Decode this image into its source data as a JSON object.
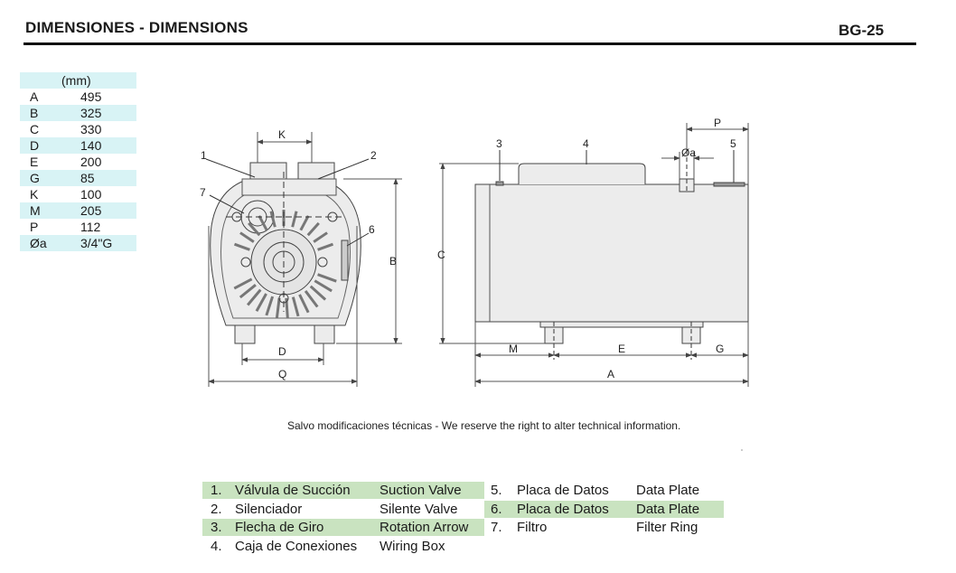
{
  "header": {
    "title": "DIMENSIONES - DIMENSIONS",
    "model": "BG-25"
  },
  "dimensions_table": {
    "unit_header": "(mm)",
    "rows": [
      {
        "key": "A",
        "value": "495"
      },
      {
        "key": "B",
        "value": "325"
      },
      {
        "key": "C",
        "value": "330"
      },
      {
        "key": "D",
        "value": "140"
      },
      {
        "key": "E",
        "value": "200"
      },
      {
        "key": "G",
        "value": "85"
      },
      {
        "key": "K",
        "value": "100"
      },
      {
        "key": "M",
        "value": "205"
      },
      {
        "key": "P",
        "value": "112"
      },
      {
        "key": "Øa",
        "value": "3/4\"G"
      }
    ]
  },
  "drawing": {
    "front_labels": [
      "K",
      "1",
      "2",
      "7",
      "6",
      "B",
      "D",
      "Q"
    ],
    "side_labels": [
      "3",
      "4",
      "P",
      "Øa",
      "5",
      "C",
      "M",
      "E",
      "G",
      "A"
    ]
  },
  "note": "Salvo modificaciones técnicas - We reserve the right to alter technical information.",
  "legend": {
    "left": [
      {
        "num": "1.",
        "es": "Válvula de Succión",
        "en": "Suction Valve",
        "highlight": true
      },
      {
        "num": "2.",
        "es": "Silenciador",
        "en": "Silente Valve",
        "highlight": false
      },
      {
        "num": "3.",
        "es": "Flecha de Giro",
        "en": "Rotation Arrow",
        "highlight": true
      },
      {
        "num": "4.",
        "es": "Caja de Conexiones",
        "en": "Wiring Box",
        "highlight": false
      }
    ],
    "right": [
      {
        "num": "5.",
        "es": "Placa de Datos",
        "en": "Data Plate",
        "highlight": false
      },
      {
        "num": "6.",
        "es": "Placa de Datos",
        "en": "Data Plate",
        "highlight": true
      },
      {
        "num": "7.",
        "es": "Filtro",
        "en": "Filter Ring",
        "highlight": false
      }
    ]
  },
  "colors": {
    "table_highlight": "#d8f3f5",
    "legend_highlight": "#c9e3c0",
    "body_fill": "#ececec"
  }
}
